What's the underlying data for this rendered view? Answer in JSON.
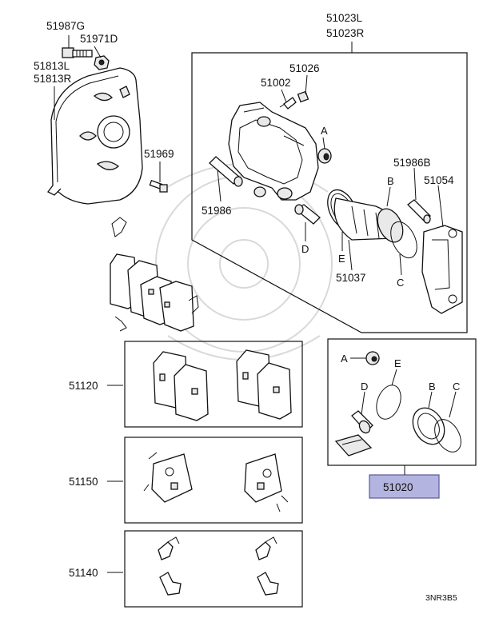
{
  "labels": {
    "p51987G": "51987G",
    "p51971D": "51971D",
    "p51813L": "51813L",
    "p51813R": "51813R",
    "p51969": "51969",
    "p51023L": "51023L",
    "p51023R": "51023R",
    "p51026": "51026",
    "p51002": "51002",
    "p51986B": "51986B",
    "p51054": "51054",
    "p51986": "51986",
    "p51037": "51037",
    "p51120": "51120",
    "p51150": "51150",
    "p51140": "51140",
    "p51020": "51020",
    "code": "3NR3B5"
  },
  "letters": {
    "A": "A",
    "B": "B",
    "C": "C",
    "D": "D",
    "E": "E"
  },
  "colors": {
    "highlight_fill": "#b4b4e0",
    "highlight_stroke": "#5a5a9a",
    "line": "#111111"
  }
}
